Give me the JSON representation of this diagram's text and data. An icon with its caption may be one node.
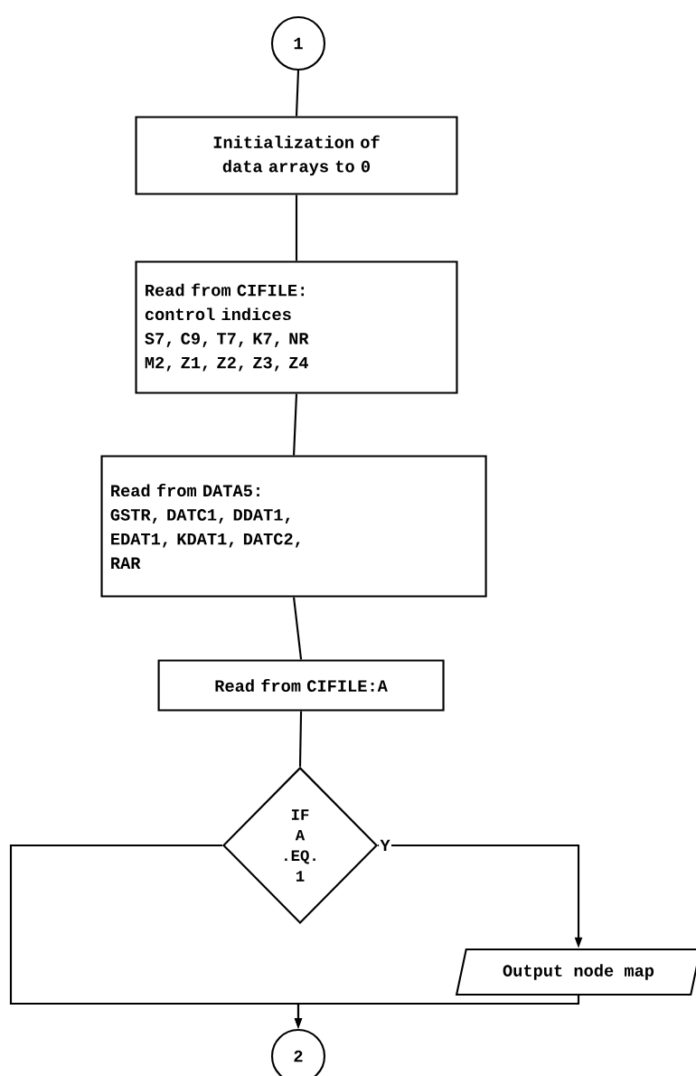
{
  "diagram": {
    "nodes": [
      {
        "text": [
          "1"
        ]
      },
      {
        "text": [
          "Initialization of data arrays to 0"
        ]
      },
      {
        "text": [
          "Read from CIFILE:",
          "control indices",
          "S7, C9, T7, K7, NR",
          "M2, Z1, Z2, Z3, Z4"
        ]
      },
      {
        "text": [
          "Read from DATA5:",
          "GSTR, DATC1,  DDAT1,",
          "EDAT1, KDAT1,  DATC2,",
          "RAR"
        ]
      },
      {
        "text": [
          "Read from CIFILE:A"
        ]
      },
      {
        "text": [
          "IF",
          "A",
          ".EQ.",
          "1"
        ]
      },
      {
        "text": [
          "Output node map"
        ]
      },
      {
        "text": [
          "2"
        ]
      }
    ],
    "edges": [
      {
        "from": 0,
        "to": 1,
        "arrow": "none"
      },
      {
        "from": 1,
        "to": 2,
        "arrow": "none"
      },
      {
        "from": 2,
        "to": 3,
        "arrow": "none"
      },
      {
        "from": 3,
        "to": 4,
        "arrow": "none"
      },
      {
        "from": 4,
        "to": 5,
        "arrow": "none"
      },
      {
        "from": 5,
        "to": 6,
        "arrow": "to",
        "label": "Y"
      },
      {
        "from": 5,
        "to": 7,
        "arrow": "to"
      },
      {
        "from": 6,
        "to": 7,
        "arrow": "to"
      }
    ]
  }
}
